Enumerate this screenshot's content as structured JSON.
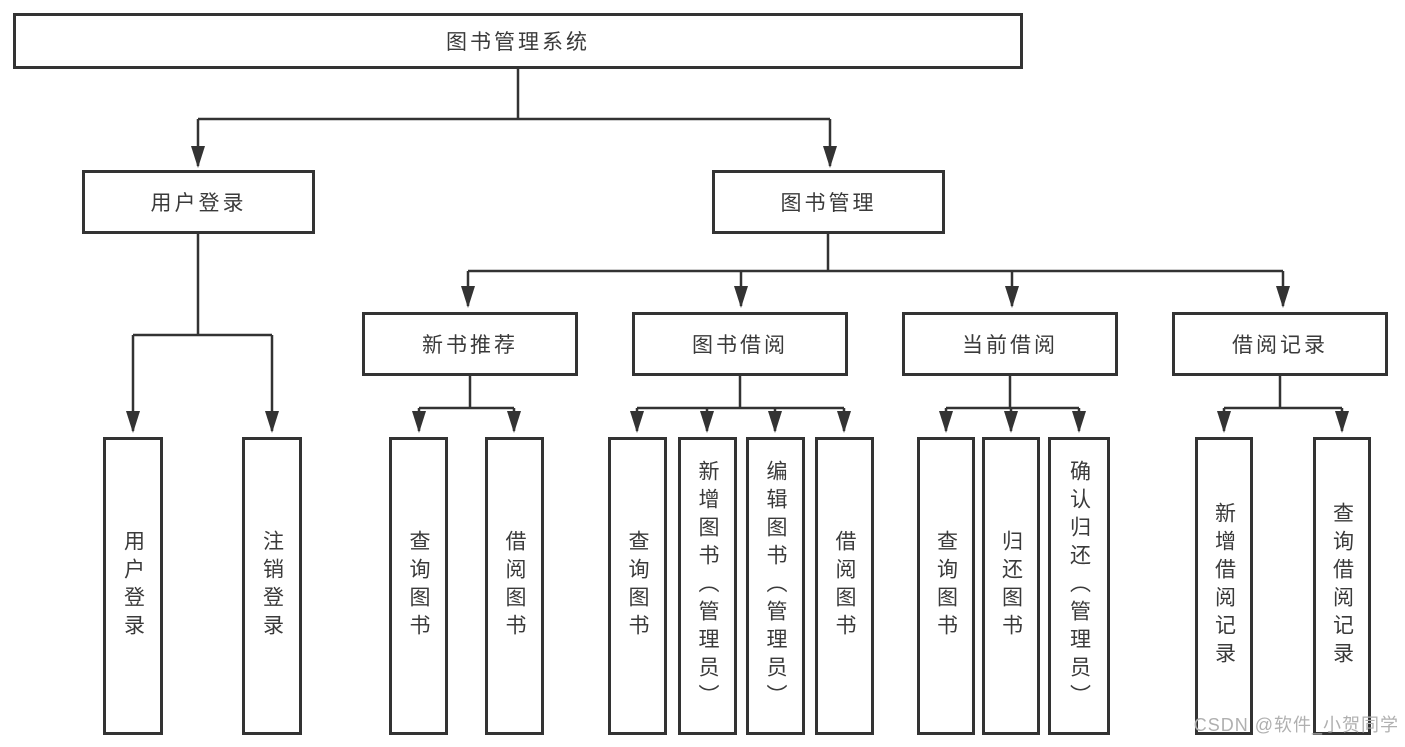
{
  "tree": {
    "root": "图书管理系统",
    "user_login": {
      "label": "用户登录",
      "children": [
        "用户登录",
        "注销登录"
      ]
    },
    "book_management": {
      "label": "图书管理",
      "sections": {
        "new_book_recommend": {
          "label": "新书推荐",
          "children": [
            "查询图书",
            "借阅图书"
          ]
        },
        "book_borrowing": {
          "label": "图书借阅",
          "children": [
            "查询图书",
            "新增图书（管理员）",
            "编辑图书（管理员）",
            "借阅图书"
          ]
        },
        "current_borrowing": {
          "label": "当前借阅",
          "children": [
            "查询图书",
            "归还图书",
            "确认归还（管理员）"
          ]
        },
        "borrowing_records": {
          "label": "借阅记录",
          "children": [
            "新增借阅记录",
            "查询借阅记录"
          ]
        }
      }
    }
  },
  "watermark": "CSDN @软件_小贺同学",
  "colors": {
    "line": "#333333",
    "text": "#3a3a3a",
    "watermark": "#b0b0b0",
    "background": "#ffffff"
  }
}
